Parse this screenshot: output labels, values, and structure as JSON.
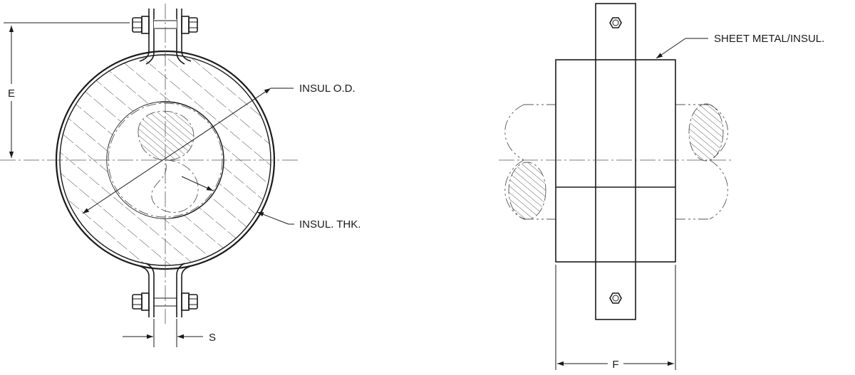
{
  "labels": {
    "insul_od": "INSUL O.D.",
    "insul_thk": "INSUL. THK.",
    "dim_e": "E",
    "dim_s": "S",
    "dim_f": "F",
    "sheet_metal": "SHEET METAL/INSUL."
  },
  "colors": {
    "line": "#1a1a1a",
    "centerline": "#555555",
    "background": "#ffffff"
  }
}
